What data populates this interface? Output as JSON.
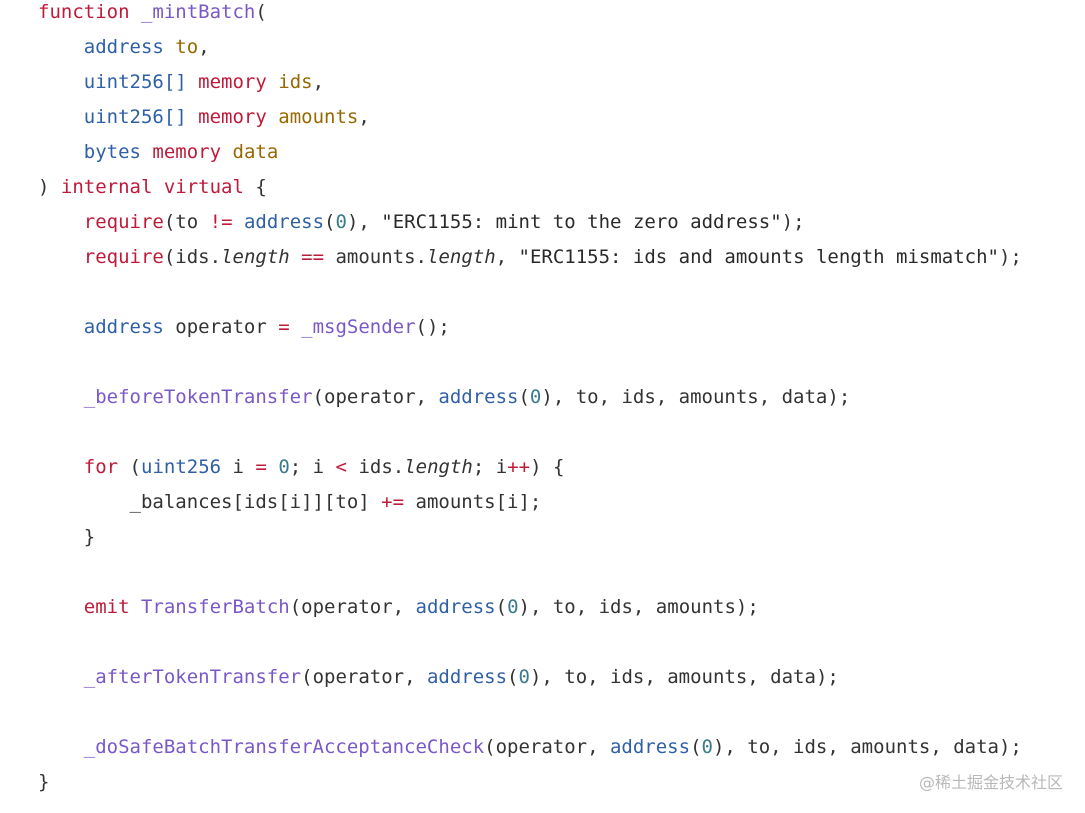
{
  "code_lines": [
    [
      [
        "red",
        "function"
      ],
      [
        "plain",
        " "
      ],
      [
        "fn",
        "_mintBatch"
      ],
      [
        "punc",
        "("
      ]
    ],
    [
      [
        "plain",
        "    "
      ],
      [
        "type",
        "address"
      ],
      [
        "plain",
        " "
      ],
      [
        "param",
        "to"
      ],
      [
        "punc",
        ","
      ]
    ],
    [
      [
        "plain",
        "    "
      ],
      [
        "type",
        "uint256[]"
      ],
      [
        "plain",
        " "
      ],
      [
        "red",
        "memory"
      ],
      [
        "plain",
        " "
      ],
      [
        "param",
        "ids"
      ],
      [
        "punc",
        ","
      ]
    ],
    [
      [
        "plain",
        "    "
      ],
      [
        "type",
        "uint256[]"
      ],
      [
        "plain",
        " "
      ],
      [
        "red",
        "memory"
      ],
      [
        "plain",
        " "
      ],
      [
        "param",
        "amounts"
      ],
      [
        "punc",
        ","
      ]
    ],
    [
      [
        "plain",
        "    "
      ],
      [
        "type",
        "bytes"
      ],
      [
        "plain",
        " "
      ],
      [
        "red",
        "memory"
      ],
      [
        "plain",
        " "
      ],
      [
        "param",
        "data"
      ]
    ],
    [
      [
        "punc",
        ") "
      ],
      [
        "red",
        "internal"
      ],
      [
        "plain",
        " "
      ],
      [
        "red",
        "virtual"
      ],
      [
        "punc",
        " {"
      ]
    ],
    [
      [
        "plain",
        "    "
      ],
      [
        "red",
        "require"
      ],
      [
        "punc",
        "("
      ],
      [
        "plain",
        "to "
      ],
      [
        "red",
        "!="
      ],
      [
        "plain",
        " "
      ],
      [
        "type",
        "address"
      ],
      [
        "punc",
        "("
      ],
      [
        "num",
        "0"
      ],
      [
        "punc",
        "), "
      ],
      [
        "str",
        "\"ERC1155: mint to the zero address\""
      ],
      [
        "punc",
        ");"
      ]
    ],
    [
      [
        "plain",
        "    "
      ],
      [
        "red",
        "require"
      ],
      [
        "punc",
        "("
      ],
      [
        "plain",
        "ids."
      ],
      [
        "prop",
        "length"
      ],
      [
        "plain",
        " "
      ],
      [
        "red",
        "=="
      ],
      [
        "plain",
        " amounts."
      ],
      [
        "prop",
        "length"
      ],
      [
        "punc",
        ", "
      ],
      [
        "str",
        "\"ERC1155: ids and amounts length mismatch\""
      ],
      [
        "punc",
        ");"
      ]
    ],
    [],
    [
      [
        "plain",
        "    "
      ],
      [
        "type",
        "address"
      ],
      [
        "plain",
        " operator "
      ],
      [
        "red",
        "="
      ],
      [
        "plain",
        " "
      ],
      [
        "fn",
        "_msgSender"
      ],
      [
        "punc",
        "();"
      ]
    ],
    [],
    [
      [
        "plain",
        "    "
      ],
      [
        "fn",
        "_beforeTokenTransfer"
      ],
      [
        "punc",
        "("
      ],
      [
        "plain",
        "operator, "
      ],
      [
        "type",
        "address"
      ],
      [
        "punc",
        "("
      ],
      [
        "num",
        "0"
      ],
      [
        "punc",
        "), "
      ],
      [
        "plain",
        "to, ids, amounts, data"
      ],
      [
        "punc",
        ");"
      ]
    ],
    [],
    [
      [
        "plain",
        "    "
      ],
      [
        "red",
        "for"
      ],
      [
        "plain",
        " "
      ],
      [
        "punc",
        "("
      ],
      [
        "type",
        "uint256"
      ],
      [
        "plain",
        " i "
      ],
      [
        "red",
        "="
      ],
      [
        "plain",
        " "
      ],
      [
        "num",
        "0"
      ],
      [
        "punc",
        "; "
      ],
      [
        "plain",
        "i "
      ],
      [
        "red",
        "<"
      ],
      [
        "plain",
        " ids."
      ],
      [
        "prop",
        "length"
      ],
      [
        "punc",
        "; "
      ],
      [
        "plain",
        "i"
      ],
      [
        "red",
        "++"
      ],
      [
        "punc",
        ") {"
      ]
    ],
    [
      [
        "plain",
        "        _balances[ids[i]][to] "
      ],
      [
        "red",
        "+="
      ],
      [
        "plain",
        " amounts[i];"
      ]
    ],
    [
      [
        "plain",
        "    "
      ],
      [
        "punc",
        "}"
      ]
    ],
    [],
    [
      [
        "plain",
        "    "
      ],
      [
        "red",
        "emit"
      ],
      [
        "plain",
        " "
      ],
      [
        "fn",
        "TransferBatch"
      ],
      [
        "punc",
        "("
      ],
      [
        "plain",
        "operator, "
      ],
      [
        "type",
        "address"
      ],
      [
        "punc",
        "("
      ],
      [
        "num",
        "0"
      ],
      [
        "punc",
        "), "
      ],
      [
        "plain",
        "to, ids, amounts"
      ],
      [
        "punc",
        ");"
      ]
    ],
    [],
    [
      [
        "plain",
        "    "
      ],
      [
        "fn",
        "_afterTokenTransfer"
      ],
      [
        "punc",
        "("
      ],
      [
        "plain",
        "operator, "
      ],
      [
        "type",
        "address"
      ],
      [
        "punc",
        "("
      ],
      [
        "num",
        "0"
      ],
      [
        "punc",
        "), "
      ],
      [
        "plain",
        "to, ids, amounts, data"
      ],
      [
        "punc",
        ");"
      ]
    ],
    [],
    [
      [
        "plain",
        "    "
      ],
      [
        "fn",
        "_doSafeBatchTransferAcceptanceCheck"
      ],
      [
        "punc",
        "("
      ],
      [
        "plain",
        "operator, "
      ],
      [
        "type",
        "address"
      ],
      [
        "punc",
        "("
      ],
      [
        "num",
        "0"
      ],
      [
        "punc",
        "), "
      ],
      [
        "plain",
        "to, ids, amounts, data"
      ],
      [
        "punc",
        ");"
      ]
    ],
    [
      [
        "punc",
        "}"
      ]
    ]
  ],
  "watermark": "@稀土掘金技术社区",
  "colors": {
    "keyword": "#c01a3a",
    "type": "#2f5fa6",
    "param": "#986801",
    "function": "#7a58c9",
    "number": "#3b7b8c",
    "text": "#333333",
    "watermark": "#b8b8b8"
  }
}
